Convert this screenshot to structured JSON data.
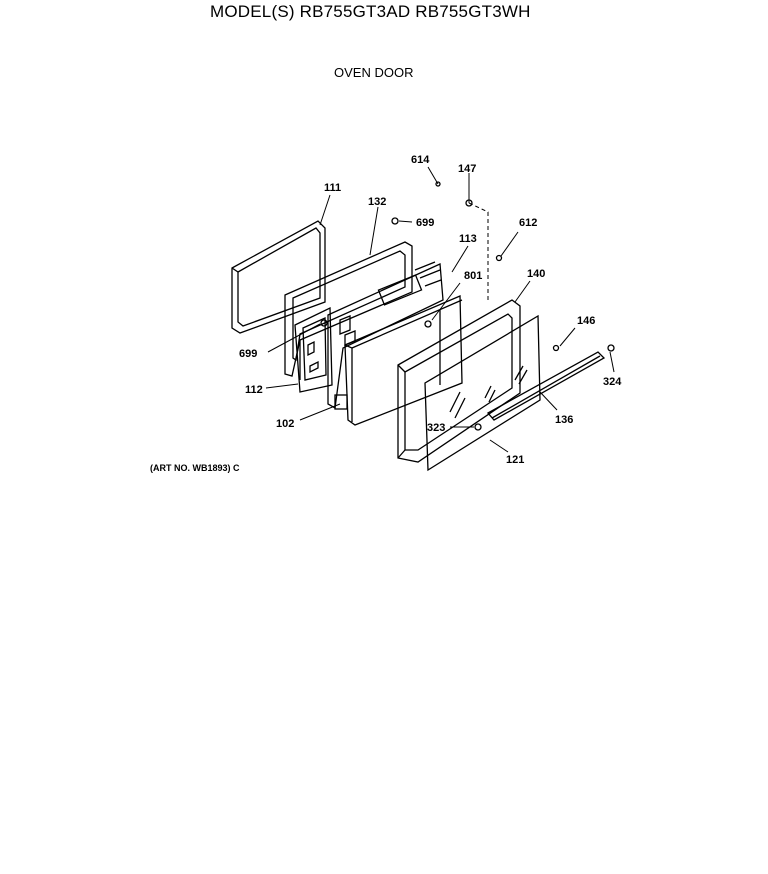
{
  "header": {
    "title": "MODEL(S) RB755GT3AD  RB755GT3WH",
    "subtitle": "OVEN DOOR"
  },
  "footer": {
    "art_number": "(ART NO. WB1893) C"
  },
  "parts": {
    "p614": "614",
    "p147": "147",
    "p111": "111",
    "p132": "132",
    "p699_top": "699",
    "p612": "612",
    "p113": "113",
    "p801": "801",
    "p140": "140",
    "p146": "146",
    "p699_left": "699",
    "p324": "324",
    "p112": "112",
    "p136": "136",
    "p102": "102",
    "p323": "323",
    "p121": "121"
  }
}
